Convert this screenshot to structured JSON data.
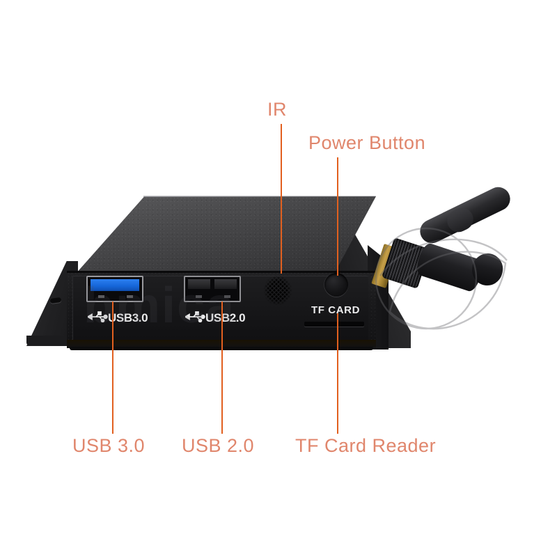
{
  "scene": {
    "subject": "Mini PC front panel with labeled ports and Wi-Fi antenna",
    "background_color": "#ffffff"
  },
  "colors": {
    "callout_text": "#e0866c",
    "leader_line": "#e2601f",
    "usb3_blue": "#1565d8",
    "chassis_front": "#1a1a1c",
    "chassis_top": "#4b4b4d",
    "silkscreen_text": "#ececed",
    "antenna_brass": "#c8a14a"
  },
  "callouts": [
    {
      "id": "ir",
      "label": "IR"
    },
    {
      "id": "power",
      "label": "Power Button"
    },
    {
      "id": "usb3",
      "label": "USB 3.0"
    },
    {
      "id": "usb2",
      "label": "USB 2.0"
    },
    {
      "id": "tf_card",
      "label": "TF Card Reader"
    }
  ],
  "silkscreen": {
    "usb3": "USB3.0",
    "usb2": "USB2.0",
    "tf_card": "TF CARD"
  },
  "icons": {
    "usb_trident": "usb-trident-icon",
    "ir_sensor": "ir-sensor-grid-icon",
    "power_button": "power-button-icon",
    "tf_card_slot": "tf-card-slot-icon"
  },
  "watermark": {
    "text": "bmica",
    "mark": "circle-swirl-logo"
  }
}
